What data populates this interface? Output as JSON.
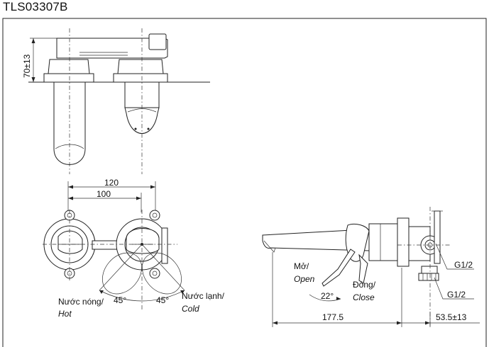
{
  "title": "TLS03307B",
  "labels": {
    "height_dim": "70±13",
    "width_120": "120",
    "width_100": "100",
    "angle_left": "45°",
    "angle_right": "45°",
    "hot_vi": "Nước nóng/",
    "hot_en": "Hot",
    "cold_vi": "Nước lạnh/",
    "cold_en": "Cold",
    "open_vi": "Mở/",
    "open_en": "Open",
    "close_vi": "Đóng/",
    "close_en": "Close",
    "angle_22": "22°",
    "thread_upper": "G1/2",
    "thread_lower": "G1/2",
    "length_spout": "177.5",
    "depth": "53.5±13"
  }
}
